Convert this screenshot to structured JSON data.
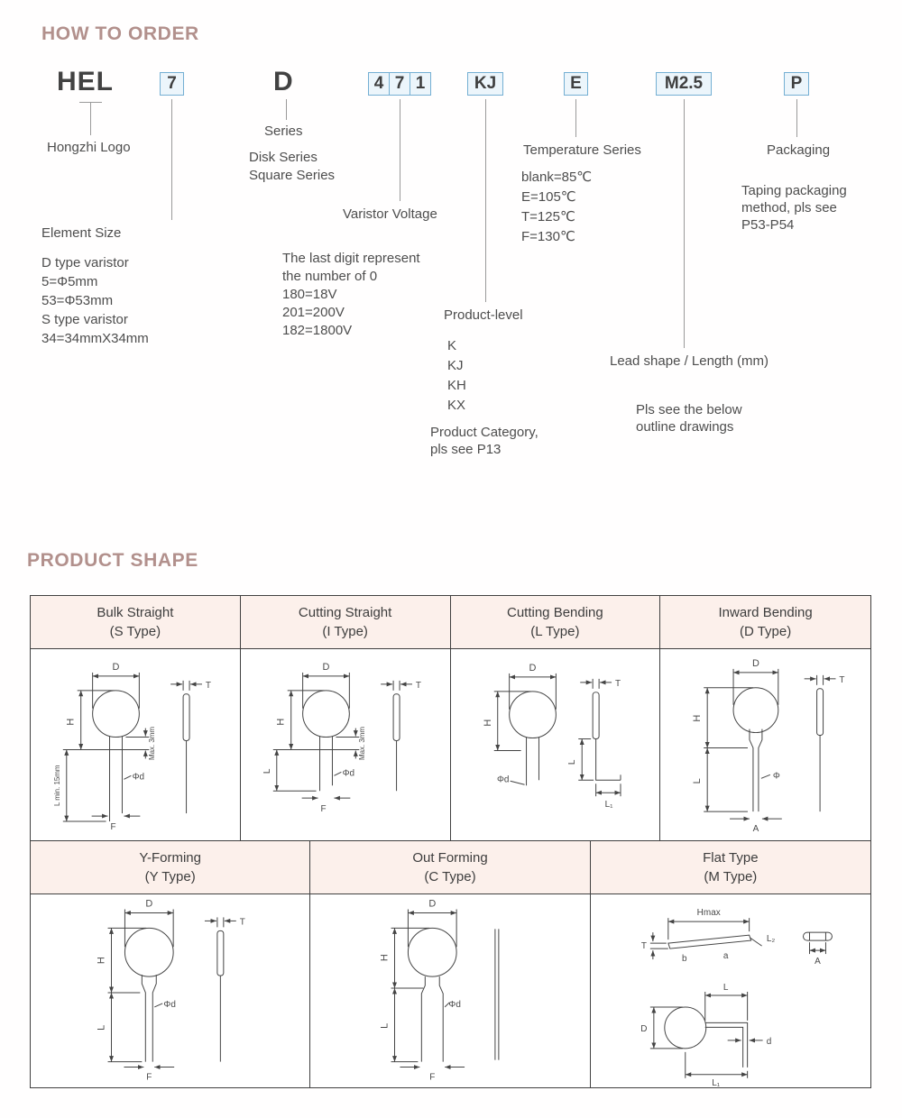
{
  "page": {
    "order_title": "HOW TO ORDER",
    "shape_title": "PRODUCT SHAPE"
  },
  "order": {
    "code": {
      "logo": "HEL",
      "size": "7",
      "series": "D",
      "voltage": [
        "4",
        "7",
        "1"
      ],
      "level": "KJ",
      "temperature": "E",
      "lead": "M2.5",
      "packaging": "P"
    },
    "logo": {
      "label": "Hongzhi Logo"
    },
    "element_size": {
      "label": "Element Size",
      "lines": [
        "D type varistor",
        "5=Φ5mm",
        "53=Φ53mm",
        "S type varistor",
        "34=34mmX34mm"
      ]
    },
    "series": {
      "label": "Series",
      "lines": [
        "Disk Series",
        "Square Series"
      ]
    },
    "voltage": {
      "label": "Varistor Voltage",
      "lines": [
        "The last digit represent",
        "the number of 0",
        "180=18V",
        "201=200V",
        "182=1800V"
      ]
    },
    "level": {
      "label": "Product-level",
      "lines": [
        "K",
        "KJ",
        "KH",
        "KX"
      ],
      "note": [
        "Product Category,",
        "pls see P13"
      ]
    },
    "temperature": {
      "label": "Temperature Series",
      "lines": [
        "blank=85℃",
        "E=105℃",
        "T=125℃",
        "F=130℃"
      ]
    },
    "lead": {
      "label": "Lead shape / Length (mm)",
      "note": [
        "Pls see the below",
        "outline drawings"
      ]
    },
    "packaging": {
      "label": "Packaging",
      "note": [
        "Taping packaging",
        "method, pls see",
        "P53-P54"
      ]
    }
  },
  "shapes": {
    "row1": [
      {
        "name": "Bulk Straight",
        "type": "(S Type)"
      },
      {
        "name": "Cutting Straight",
        "type": "(I Type)"
      },
      {
        "name": "Cutting Bending",
        "type": "(L Type)"
      },
      {
        "name": "Inward Bending",
        "type": "(D Type)"
      }
    ],
    "row2": [
      {
        "name": "Y-Forming",
        "type": "(Y Type)"
      },
      {
        "name": "Out Forming",
        "type": "(C Type)"
      },
      {
        "name": "Flat Type",
        "type": "(M Type)"
      }
    ],
    "dims": {
      "D": "D",
      "T": "T",
      "H": "H",
      "L": "L",
      "F": "F",
      "A": "A",
      "phid": "Φd",
      "phi": "Φ",
      "max3": "Max. 3mm",
      "lmin": "L min. 15mm",
      "L1": "L₁",
      "L2": "L₂",
      "Hmax": "Hmax",
      "a": "a",
      "b": "b",
      "d": "d"
    }
  },
  "colors": {
    "accent": "#b2908c",
    "box_border": "#74afd3",
    "box_fill": "#ecf5fb",
    "table_header_bg": "#fcf0eb"
  }
}
